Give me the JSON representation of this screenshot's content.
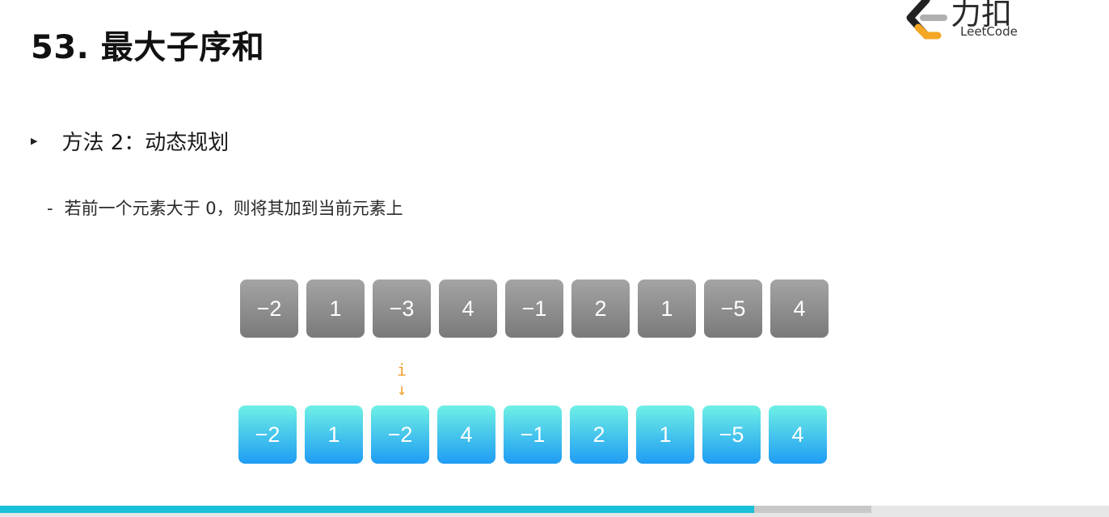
{
  "slide": {
    "title": "53. 最大子序和",
    "bullet": "方法 2：动态规划",
    "subpoint": "若前一个元素大于 0，则将其加到当前元素上"
  },
  "logo": {
    "cn": "力扣",
    "en": "LeetCode",
    "colors": {
      "accent": "#f5a623",
      "dark": "#222222",
      "gray": "#b0b0b0"
    }
  },
  "array_original": [
    "−2",
    "1",
    "−3",
    "4",
    "−1",
    "2",
    "1",
    "−5",
    "4"
  ],
  "array_dp": [
    "−2",
    "1",
    "−2",
    "4",
    "−1",
    "2",
    "1",
    "−5",
    "4"
  ],
  "pointer": {
    "label": "i",
    "arrow": "↓",
    "index": 2,
    "color": "#f0a030"
  },
  "colors": {
    "original_cells": "#8e8e8e",
    "dp_cells_top": "#6ff0e4",
    "dp_cells_bottom": "#1f9cf4"
  },
  "video_progress": {
    "played": 0.68,
    "buffered": 0.786
  }
}
